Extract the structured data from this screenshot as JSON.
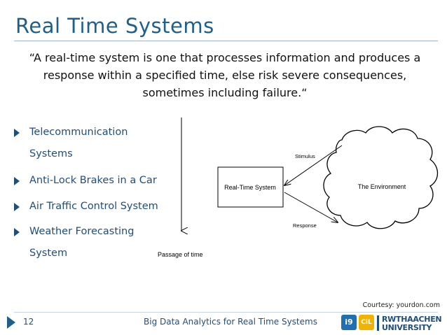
{
  "slide": {
    "title": "Real Time Systems",
    "quote": "“A real-time system is one that processes information and produces a response within a specified time, else risk severe consequences, sometimes including failure.“",
    "bullets": [
      "Telecommunication Systems",
      "Anti-Lock Brakes in a Car",
      "Air Traffic Control System",
      "Weather Forecasting System"
    ],
    "courtesy": "Courtesy: yourdon.com"
  },
  "diagram": {
    "timeline_label": "Passage of time",
    "system_label": "Real-Time System",
    "environment_label": "The Environment",
    "stimulus_label": "Stimulus",
    "response_label": "Response"
  },
  "footer": {
    "page_number": "12",
    "course": "Big Data Analytics for Real Time Systems",
    "logo_i9": "i9",
    "logo_cil": "CiL",
    "rwth_line1": "RWTHAACHEN",
    "rwth_line2": "UNIVERSITY"
  },
  "colors": {
    "title": "#1f5f8b",
    "bullet_text": "#1f4e79",
    "logo_blue": "#1f6fb2",
    "logo_yellow": "#f0b400"
  }
}
